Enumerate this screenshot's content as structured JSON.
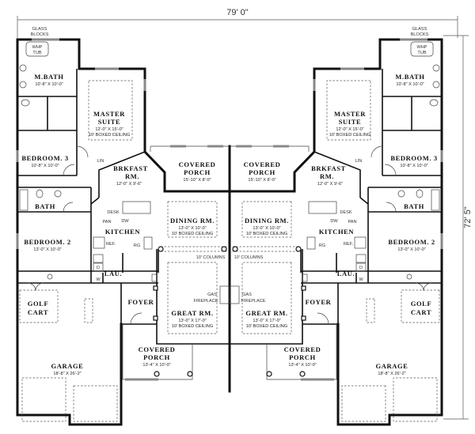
{
  "overall_width": "79' 0\"",
  "overall_depth": "72' 5\"",
  "unit_labels": {
    "glass_blocks": [
      "GLASS",
      "BLOCKS"
    ],
    "whp_tub": [
      "WHP",
      "TUB"
    ],
    "m_bath": {
      "name": "M.BATH",
      "dims": "10'-8\" X 10'-0\""
    },
    "master_suite": {
      "name": [
        "MASTER",
        "SUITE"
      ],
      "dims": "12'-0\" X 15'-0\"",
      "ceiling": "10' BOXED CEILING"
    },
    "bedroom_3": {
      "name": "BEDROOM. 3",
      "dims": "10'-8\" X 10'-0\""
    },
    "lin": "LIN",
    "brkfast": {
      "name": [
        "BRKFAST",
        "RM."
      ],
      "dims": "12'-0\" X 9'-6\""
    },
    "rear_porch": {
      "name": [
        "COVERED",
        "PORCH"
      ],
      "dims": "15'-10\" X 8'-0\""
    },
    "bath": {
      "name": "BATH"
    },
    "desk": "DESK",
    "dw": "DW",
    "pan": "PAN",
    "kitchen": {
      "name": "KITCHEN"
    },
    "ref": "REF.",
    "rg": "RG",
    "dining": {
      "name": "DINING RM.",
      "dims": "13'-0\" X 10'-0\"",
      "ceiling": "10' BOXED CEILING"
    },
    "bedroom_2": {
      "name": "BEDROOM. 2",
      "dims": "13'-0\" X 10'-0\""
    },
    "columns": "10' COLUMNS",
    "lau": "LAU.",
    "dryer": "D",
    "washer": "W",
    "fireplace": [
      "GAS",
      "FIREPLACE"
    ],
    "foyer": "FOYER",
    "golf_cart": [
      "GOLF",
      "CART"
    ],
    "great_rm": {
      "name": "GREAT RM.",
      "dims": "13'-0\" X 17'-0\"",
      "ceiling": "10' BOXED CEILING"
    },
    "front_porch": {
      "name": [
        "COVERED",
        "PORCH"
      ],
      "dims": "13'-4\" X 10'-0\""
    },
    "garage": {
      "name": "GARAGE",
      "dims": "18'-8\" X 26'-2\""
    }
  }
}
